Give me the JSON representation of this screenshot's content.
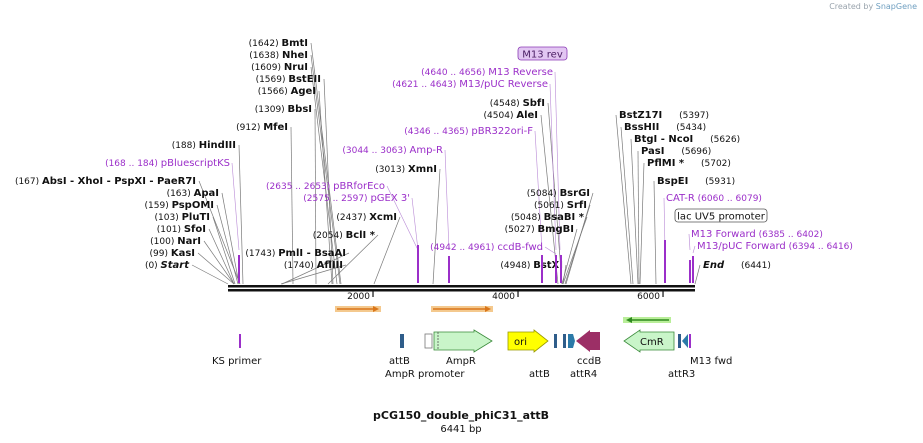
{
  "credit": {
    "prefix": "Created by",
    "brand": "SnapGene"
  },
  "title": "pCG150_double_phiC31_attB",
  "length_label": "6441 bp",
  "total_bp": 6441,
  "ruler_ticks": [
    {
      "bp": 2000,
      "label": "2000"
    },
    {
      "bp": 4000,
      "label": "4000"
    },
    {
      "bp": 6000,
      "label": "6000"
    }
  ],
  "colors": {
    "enzyme": "#111111",
    "primer": "#9b2fc9",
    "ori": "#ffff00",
    "ccdB": "#9c2f66",
    "cmR": "#c9f5c9",
    "ampR": "#c9f5c9",
    "attB": "#2f5d8a",
    "orange_arrow": "#d9761a"
  },
  "site_labels": [
    {
      "text": "(1642)",
      "name": "BmtI",
      "bp": 1642,
      "star": false
    },
    {
      "text": "(1638)",
      "name": "NheI",
      "bp": 1638,
      "star": false
    },
    {
      "text": "(1609)",
      "name": "NruI",
      "bp": 1609,
      "star": false
    },
    {
      "text": "(1569)",
      "name": "BstEII",
      "bp": 1569,
      "star": false
    },
    {
      "text": "(1566)",
      "name": "AgeI",
      "bp": 1566,
      "star": false
    },
    {
      "text": "(1309)",
      "name": "BbsI",
      "bp": 1309,
      "star": false
    },
    {
      "text": "(912)",
      "name": "MfeI",
      "bp": 912,
      "star": false
    },
    {
      "text": "(188)",
      "name": "HindIII",
      "bp": 188,
      "star": false
    },
    {
      "text": "(167)",
      "name": "AbsI  - XhoI  - PspXI  - PaeR7I",
      "bp": 167,
      "star": false
    },
    {
      "text": "(163)",
      "name": "ApaI",
      "bp": 163,
      "star": false
    },
    {
      "text": "(159)",
      "name": "PspOMI",
      "bp": 159,
      "star": false
    },
    {
      "text": "(103)",
      "name": "PluTI",
      "bp": 103,
      "star": false
    },
    {
      "text": "(101)",
      "name": "SfoI",
      "bp": 101,
      "star": false
    },
    {
      "text": "(100)",
      "name": "NarI",
      "bp": 100,
      "star": false
    },
    {
      "text": "(99)",
      "name": "KasI",
      "bp": 99,
      "star": false
    },
    {
      "text": "(0)",
      "name": "Start",
      "bp": 0,
      "star": false
    },
    {
      "text": "(1743)",
      "name": "PmlI  - BsaAI",
      "bp": 1743,
      "star": false
    },
    {
      "text": "(1740)",
      "name": "AflIII",
      "bp": 1740,
      "star": false
    },
    {
      "text": "(2054)",
      "name": "BclI",
      "bp": 2054,
      "star": true
    },
    {
      "text": "(2437)",
      "name": "XcmI",
      "bp": 2437,
      "star": false
    },
    {
      "text": "(3013)",
      "name": "XmnI",
      "bp": 3013,
      "star": false
    },
    {
      "text": "(4548)",
      "name": "SbfI",
      "bp": 4548,
      "star": false
    },
    {
      "text": "(4504)",
      "name": "AleI",
      "bp": 4504,
      "star": false
    },
    {
      "text": "(5084)",
      "name": "BsrGI",
      "bp": 5084,
      "star": false
    },
    {
      "text": "(5061)",
      "name": "SrfI",
      "bp": 5061,
      "star": false
    },
    {
      "text": "(5048)",
      "name": "BsaBI",
      "bp": 5048,
      "star": true
    },
    {
      "text": "(5027)",
      "name": "BmgBI",
      "bp": 5027,
      "star": false
    },
    {
      "text": "(4948)",
      "name": "BstXI",
      "bp": 4948,
      "star": false
    },
    {
      "text": "(5397)",
      "name": "BstZ17I",
      "bp": 5397,
      "star": false
    },
    {
      "text": "(5434)",
      "name": "BssHII",
      "bp": 5434,
      "star": false
    },
    {
      "text": "(5626)",
      "name": "BtgI  - NcoI",
      "bp": 5626,
      "star": false
    },
    {
      "text": "(5696)",
      "name": "PasI",
      "bp": 5696,
      "star": false
    },
    {
      "text": "(5702)",
      "name": "PflMI",
      "bp": 5702,
      "star": true
    },
    {
      "text": "(5931)",
      "name": "BspEI",
      "bp": 5931,
      "star": false
    },
    {
      "text": "(6441)",
      "name": "End",
      "bp": 6441,
      "star": false
    }
  ],
  "primer_labels": [
    {
      "range": "(168 .. 184)",
      "name": "pBluescriptKS"
    },
    {
      "range": "(3044 .. 3063)",
      "name": "Amp-R"
    },
    {
      "range": "(2635 .. 2653)",
      "name": "pBRforEco"
    },
    {
      "range": "(2575 .. 2597)",
      "name": "pGEX 3'"
    },
    {
      "range": "(4640 .. 4656)",
      "name": "M13 Reverse"
    },
    {
      "range": "(4621 .. 4643)",
      "name": "M13/pUC Reverse"
    },
    {
      "range": "(4346 .. 4365)",
      "name": "pBR322ori-F"
    },
    {
      "range": "(4942 .. 4961)",
      "name": "ccdB-fwd"
    },
    {
      "range": "(6060 .. 6079)",
      "name": "CAT-R"
    },
    {
      "range": "(6385 .. 6402)",
      "name": "M13 Forward"
    },
    {
      "range": "(6394 .. 6416)",
      "name": "M13/pUC Forward"
    }
  ],
  "boxed_labels": [
    {
      "text": "M13 rev",
      "kind": "primer-box"
    },
    {
      "text": "lac UV5 promoter",
      "kind": "feature-box"
    }
  ],
  "features": [
    {
      "name": "KS primer"
    },
    {
      "name": "attB"
    },
    {
      "name": "AmpR promoter"
    },
    {
      "name": "AmpR"
    },
    {
      "name": "ori"
    },
    {
      "name": "attB"
    },
    {
      "name": "attR4"
    },
    {
      "name": "ccdB"
    },
    {
      "name": "CmR"
    },
    {
      "name": "attR3"
    },
    {
      "name": "M13 fwd"
    }
  ]
}
